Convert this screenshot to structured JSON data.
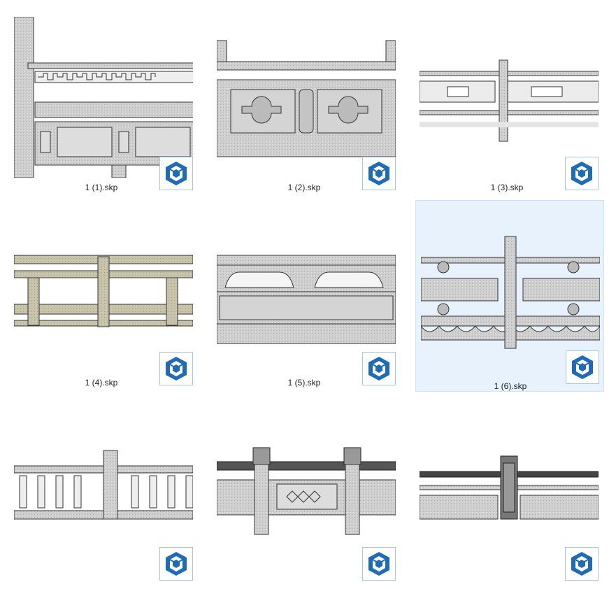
{
  "files": [
    {
      "name": "1 (1).skp",
      "icon": "sketchup-icon",
      "selected": false
    },
    {
      "name": "1 (2).skp",
      "icon": "sketchup-icon",
      "selected": false
    },
    {
      "name": "1 (3).skp",
      "icon": "sketchup-icon",
      "selected": false
    },
    {
      "name": "1 (4).skp",
      "icon": "sketchup-icon",
      "selected": false
    },
    {
      "name": "1 (5).skp",
      "icon": "sketchup-icon",
      "selected": false
    },
    {
      "name": "1 (6).skp",
      "icon": "sketchup-icon",
      "selected": true
    },
    {
      "name": "",
      "icon": "sketchup-icon",
      "selected": false
    },
    {
      "name": "",
      "icon": "sketchup-icon",
      "selected": false
    },
    {
      "name": "",
      "icon": "sketchup-icon",
      "selected": false
    }
  ],
  "colors": {
    "selection_bg": "#e8f2fd",
    "icon_blue": "#1f6bb5",
    "stone": "#c9c9c9"
  }
}
